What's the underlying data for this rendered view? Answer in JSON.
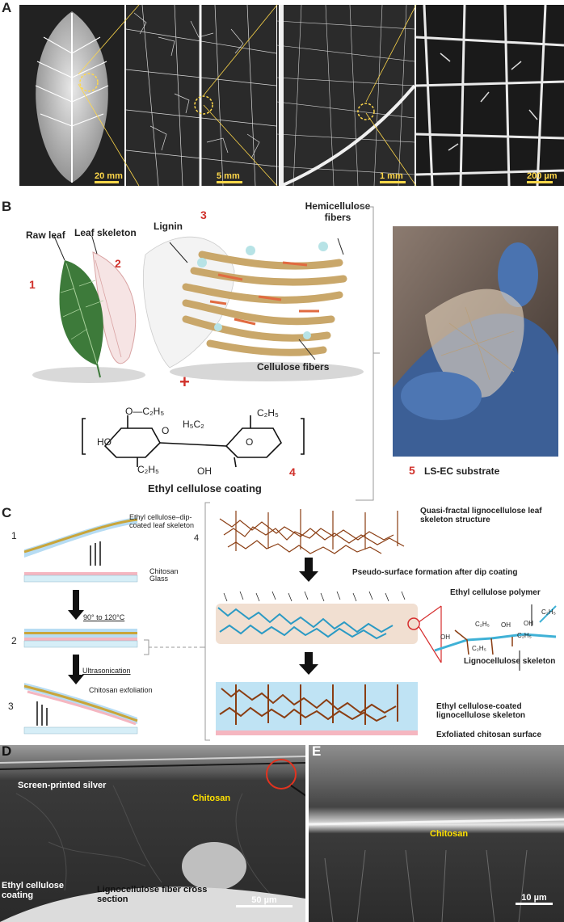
{
  "panel_letters": {
    "a": "A",
    "b": "B",
    "c": "C",
    "d": "D",
    "e": "E"
  },
  "panelA": {
    "scale1": "20 mm",
    "scale2": "5 mm",
    "scale3": "1 mm",
    "scale4": "200 µm"
  },
  "panelB": {
    "raw_leaf": "Raw leaf",
    "leaf_skeleton": "Leaf skeleton",
    "lignin": "Lignin",
    "hemicellulose": "Hemicellulose fibers",
    "cellulose": "Cellulose fibers",
    "num1": "1",
    "num2": "2",
    "num3": "3",
    "num4": "4",
    "num5": "5",
    "plus": "+",
    "coating": "Ethyl cellulose coating",
    "substrate": "LS-EC substrate",
    "chem": {
      "c2h5_top": "O—C₂H₅",
      "c2h5_right": "C₂H₅",
      "h5c2": "H₅C₂",
      "ho": "HO",
      "oh": "OH",
      "c2h5_bottom": "C₂H₅",
      "o1": "O",
      "o2": "O"
    }
  },
  "panelC": {
    "step1": "1",
    "step2": "2",
    "step3": "3",
    "step4": "4",
    "dipcoated": "Ethyl cellulose–dip-coated leaf skeleton",
    "chitosan": "Chitosan",
    "glass": "Glass",
    "temp": "90° to 120°C",
    "ultra": "Ultrasonication",
    "exfol": "Chitosan exfoliation",
    "fractal": "Quasi-fractal lignocellulose leaf skeleton structure",
    "pseudo": "Pseudo-surface formation after dip coating",
    "ec_polymer": "Ethyl cellulose polymer",
    "ligno": "Lignocellulose skeleton",
    "coated": "Ethyl cellulose-coated lignocellulose skeleton",
    "exfoliated": "Exfoliated chitosan surface",
    "mol": {
      "c2h5a": "C₂H₅",
      "c2h5b": "C₂H₅",
      "c2h5c": "C₂H₅",
      "c2h5d": "C₂H₅",
      "oh1": "OH",
      "oh2": "OH",
      "oh3": "OH"
    }
  },
  "panelD": {
    "silver": "Screen-printed silver",
    "chitosan": "Chitosan",
    "ec": "Ethyl cellulose coating",
    "fiber": "Lignocellulose fiber cross section",
    "scale": "50 µm"
  },
  "panelE": {
    "chitosan": "Chitosan",
    "scale": "10 µm"
  },
  "colors": {
    "scale_yellow": "#ffd84a",
    "label_red": "#d0302a",
    "chitosan_yellow": "#ffe100",
    "ec_blue": "#7ec8e3",
    "ligno_brown": "#8a3d12"
  }
}
